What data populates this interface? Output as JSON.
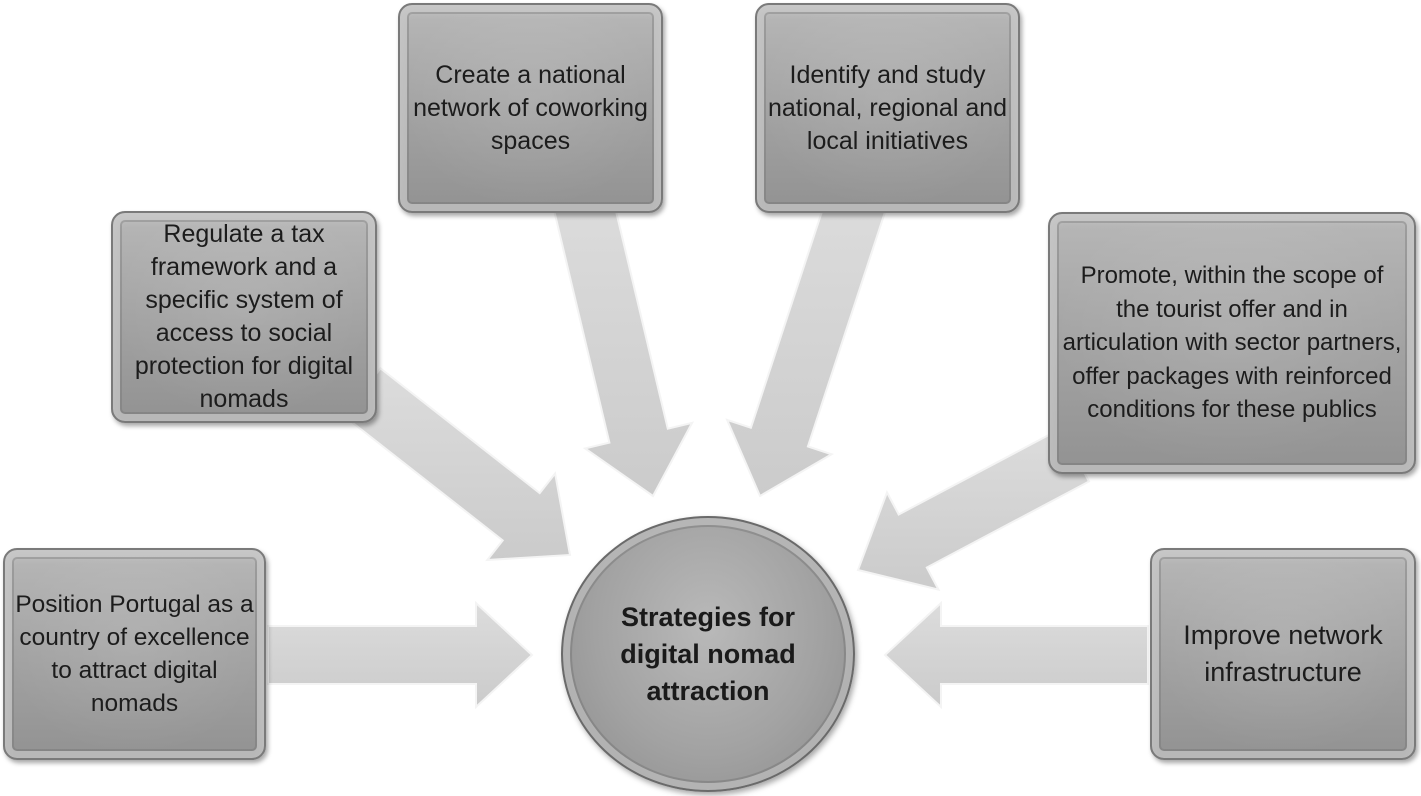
{
  "center": {
    "label": "Strategies for digital nomad attraction"
  },
  "strategies": [
    {
      "id": "coworking",
      "label": "Create a national network of coworking spaces"
    },
    {
      "id": "initiatives",
      "label": "Identify and study national, regional and local initiatives"
    },
    {
      "id": "tax",
      "label": "Regulate a tax framework and a specific system of access to social protection for digital nomads"
    },
    {
      "id": "promote",
      "label": "Promote, within the scope of the tourist offer and in articulation with sector partners, offer packages with reinforced conditions for these publics"
    },
    {
      "id": "position",
      "label": "Position Portugal as a country of excellence to attract digital nomads"
    },
    {
      "id": "improve",
      "label": "Improve network infrastructure"
    }
  ]
}
